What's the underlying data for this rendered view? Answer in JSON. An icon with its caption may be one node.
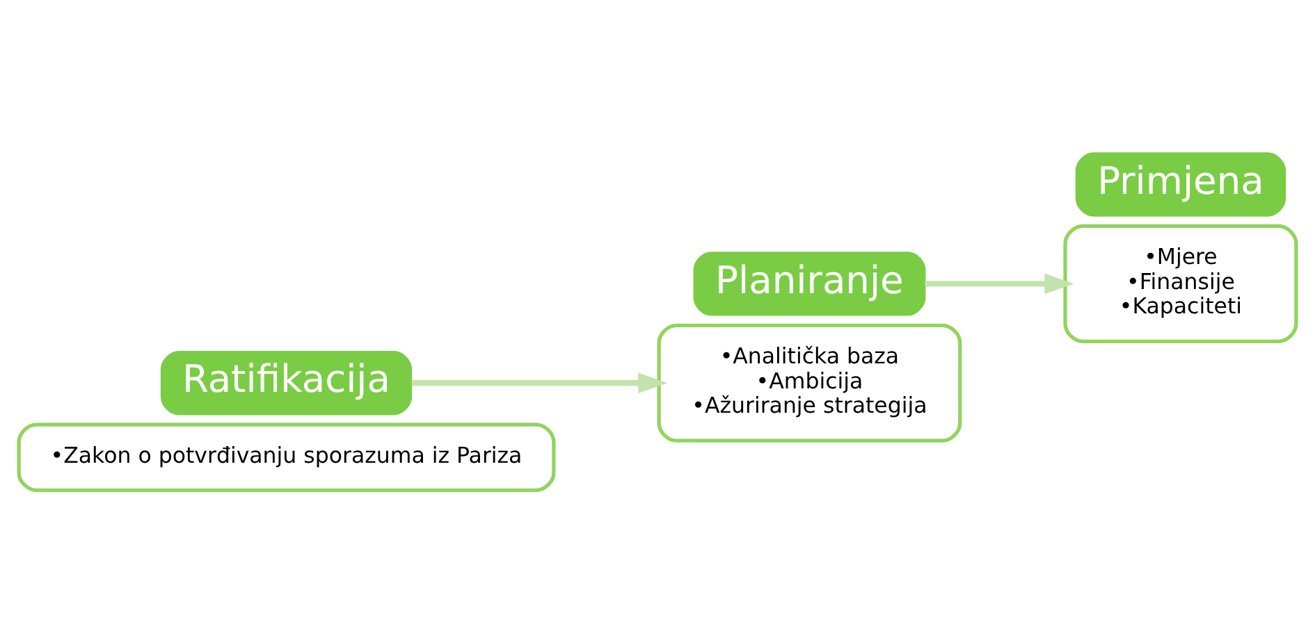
{
  "diagram": {
    "nodes": [
      {
        "text": [
          "•Zakon o potvrđivanju sporazuma iz Pariza"
        ]
      },
      {
        "text": [
          "Ratifikacija"
        ]
      },
      {
        "text": [
          "Planiranje"
        ]
      },
      {
        "text": [
          "•Analitička baza",
          "•Ambicija",
          "•Ažuriranje strategija"
        ]
      },
      {
        "text": [
          "•Mjere",
          "•Finansije",
          "•Kapaciteti"
        ]
      },
      {
        "text": [
          "Primjena"
        ]
      }
    ],
    "edges": [
      {
        "from": 1,
        "to": 3,
        "arrow": "to"
      },
      {
        "from": 2,
        "to": 4,
        "arrow": "to"
      }
    ]
  }
}
